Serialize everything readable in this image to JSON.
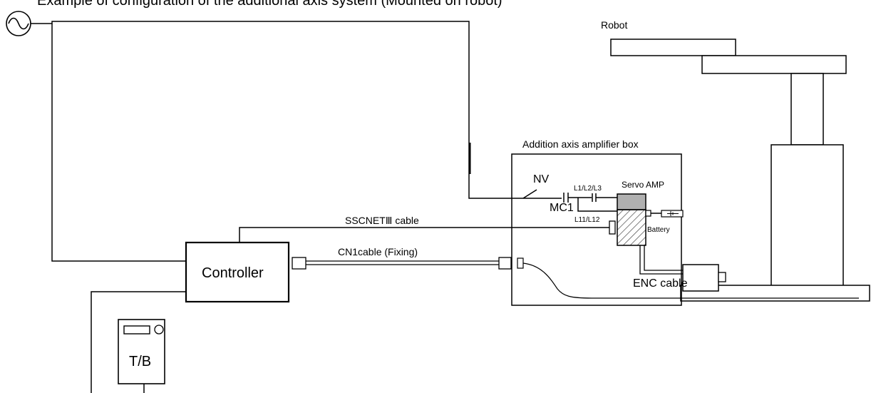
{
  "header_text": "Example of configuration of the additional axis system (Mounted on robot)",
  "labels": {
    "robot": "Robot",
    "amp_box": "Addition axis amplifier box",
    "nv": "NV",
    "mc1": "MC1",
    "l1l2l3": "L1/L2/L3",
    "servo_amp": "Servo AMP",
    "l11l12": "L11/L12",
    "battery": "Battery",
    "sscnet_cable": "SSCNETⅢ cable",
    "cn1_cable": "CN1cable (Fixing)",
    "controller": "Controller",
    "enc_cable": "ENC cable",
    "tb": "T/B"
  },
  "icons": {
    "power_source": "ac-power-source-icon",
    "battery": "battery-icon",
    "capacitor": "capacitor-icon"
  },
  "colors": {
    "line": "#000000",
    "servo_amp_top": "#b0b0b0",
    "hatch": "#555555"
  }
}
